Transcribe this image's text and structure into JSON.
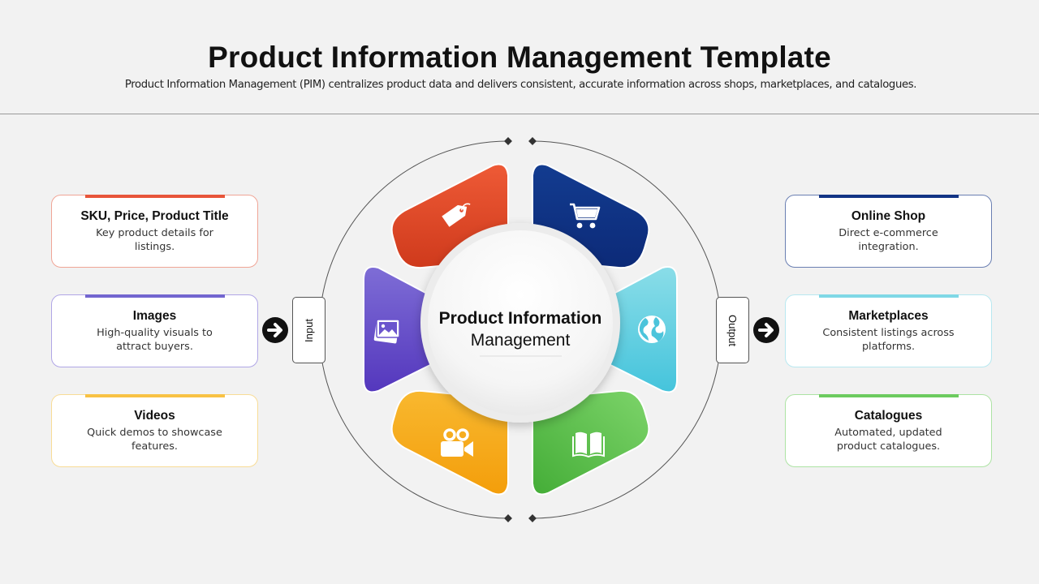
{
  "header": {
    "title": "Product Information Management Template",
    "subtitle": "Product Information Management (PIM) centralizes product data and delivers consistent, accurate information across shops, marketplaces, and catalogues."
  },
  "center": {
    "line1": "Product Information",
    "line2": "Management"
  },
  "input_label": "Input",
  "output_label": "Output",
  "inputs": [
    {
      "title": "SKU, Price, Product Title",
      "desc": "Key product details for listings.",
      "color": "#e8553a",
      "icon": "price-tag-icon"
    },
    {
      "title": "Images",
      "desc": "High-quality visuals to attract buyers.",
      "color": "#7366d0",
      "icon": "image-gallery-icon"
    },
    {
      "title": "Videos",
      "desc": "Quick demos to showcase features.",
      "color": "#f8c244",
      "icon": "video-camera-icon"
    }
  ],
  "outputs": [
    {
      "title": "Online Shop",
      "desc": "Direct e-commerce integration.",
      "color": "#123485",
      "icon": "shopping-cart-icon"
    },
    {
      "title": "Marketplaces",
      "desc": "Consistent listings across platforms.",
      "color": "#7fd8e6",
      "icon": "globe-icon"
    },
    {
      "title": "Catalogues",
      "desc": "Automated, updated product catalogues.",
      "color": "#6ccb5f",
      "icon": "open-book-icon"
    }
  ],
  "petal_colors": {
    "red": [
      "#ee5a36",
      "#cf3a1c"
    ],
    "navy": [
      "#123a8e",
      "#0c2a78"
    ],
    "cyan": [
      "#8adde8",
      "#45c4dc"
    ],
    "green": [
      "#79d066",
      "#47b03a"
    ],
    "orange": [
      "#f7b52e",
      "#f5a00e"
    ],
    "purple": [
      "#7d6cd6",
      "#5a3fc0"
    ]
  }
}
